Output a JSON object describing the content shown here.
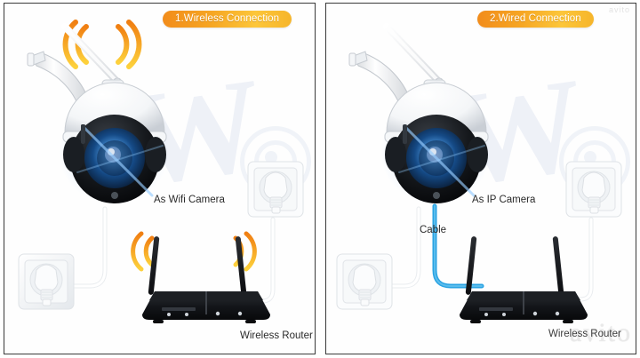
{
  "image": {
    "type": "product-infographic",
    "background_color": "#ffffff",
    "panel_border_color": "#3a3a3a"
  },
  "panels": [
    {
      "id": "wireless",
      "title": "1.Wireless Connection",
      "badge_color_start": "#f28c1b",
      "badge_color_end": "#fcc63a",
      "camera_label": "As Wifi Camera",
      "router_label": "Wireless Router",
      "cable_label": "",
      "wifi_icons": [
        "wifi-arc-camera",
        "wifi-arc-router"
      ],
      "power_cable_color": "#ffffff"
    },
    {
      "id": "wired",
      "title": "2.Wired Connection",
      "badge_color_start": "#f28c1b",
      "badge_color_end": "#fcc63a",
      "camera_label": "As IP Camera",
      "router_label": "Wireless Router",
      "cable_label": "Cable",
      "wifi_icons": [],
      "power_cable_color": "#ffffff",
      "data_cable_color": "#29a3e3"
    }
  ],
  "watermarks": {
    "letter": "W",
    "brand": "avito",
    "brand_small": "avito"
  },
  "colors": {
    "accent_orange": "#f39315",
    "accent_yellow": "#fcc63a",
    "cable_blue": "#29a3e3",
    "camera_glow_blue": "#1b7fd4",
    "router_black": "#181818",
    "text": "#2a2a2a"
  }
}
